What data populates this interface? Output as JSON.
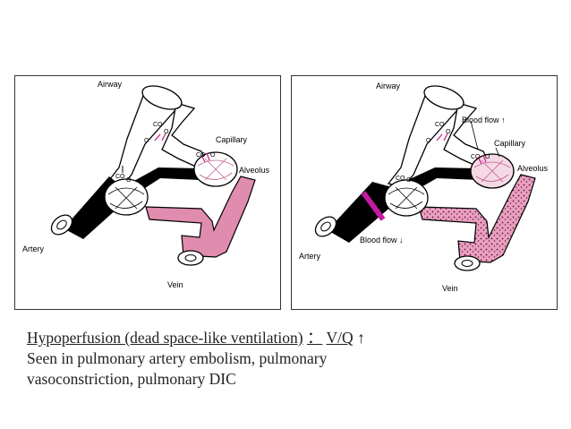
{
  "left_panel": {
    "labels": {
      "airway": "Airway",
      "capillary": "Capillary",
      "alveolus": "Alveolus",
      "artery": "Artery",
      "vein": "Vein",
      "co2": "CO",
      "o2": "O",
      "sub2": "2"
    }
  },
  "right_panel": {
    "labels": {
      "airway": "Airway",
      "blood_flow_up": "Blood flow ↑",
      "capillary": "Capillary",
      "alveolus": "Alveolus",
      "blood_flow_down": "Blood flow ↓",
      "artery": "Artery",
      "vein": "Vein",
      "co2": "CO",
      "o2": "O",
      "sub2": "2"
    }
  },
  "caption": {
    "title": "Hypoperfusion (dead space-like ventilation)",
    "separator": "：",
    "ratio": "V/Q",
    "arrow": "↑",
    "line2": "Seen in pulmonary artery embolism, pulmonary",
    "line3": "vasoconstriction, pulmonary DIC"
  },
  "colors": {
    "vessel_black": "#000000",
    "vessel_pink": "#e08cae",
    "accent_magenta": "#cc2288",
    "embolus": "#c21aa0"
  }
}
